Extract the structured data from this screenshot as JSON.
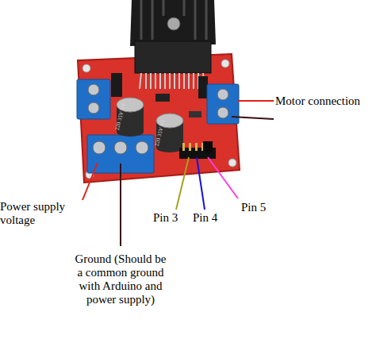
{
  "diagram": {
    "labels": [
      "Motor connection",
      "Power supply voltage",
      "Ground (Should be a common ground with Arduino and power supply)",
      "Pin 3",
      "Pin 4",
      "Pin 5",
      "220 35V VT",
      "220 35V VT"
    ]
  }
}
